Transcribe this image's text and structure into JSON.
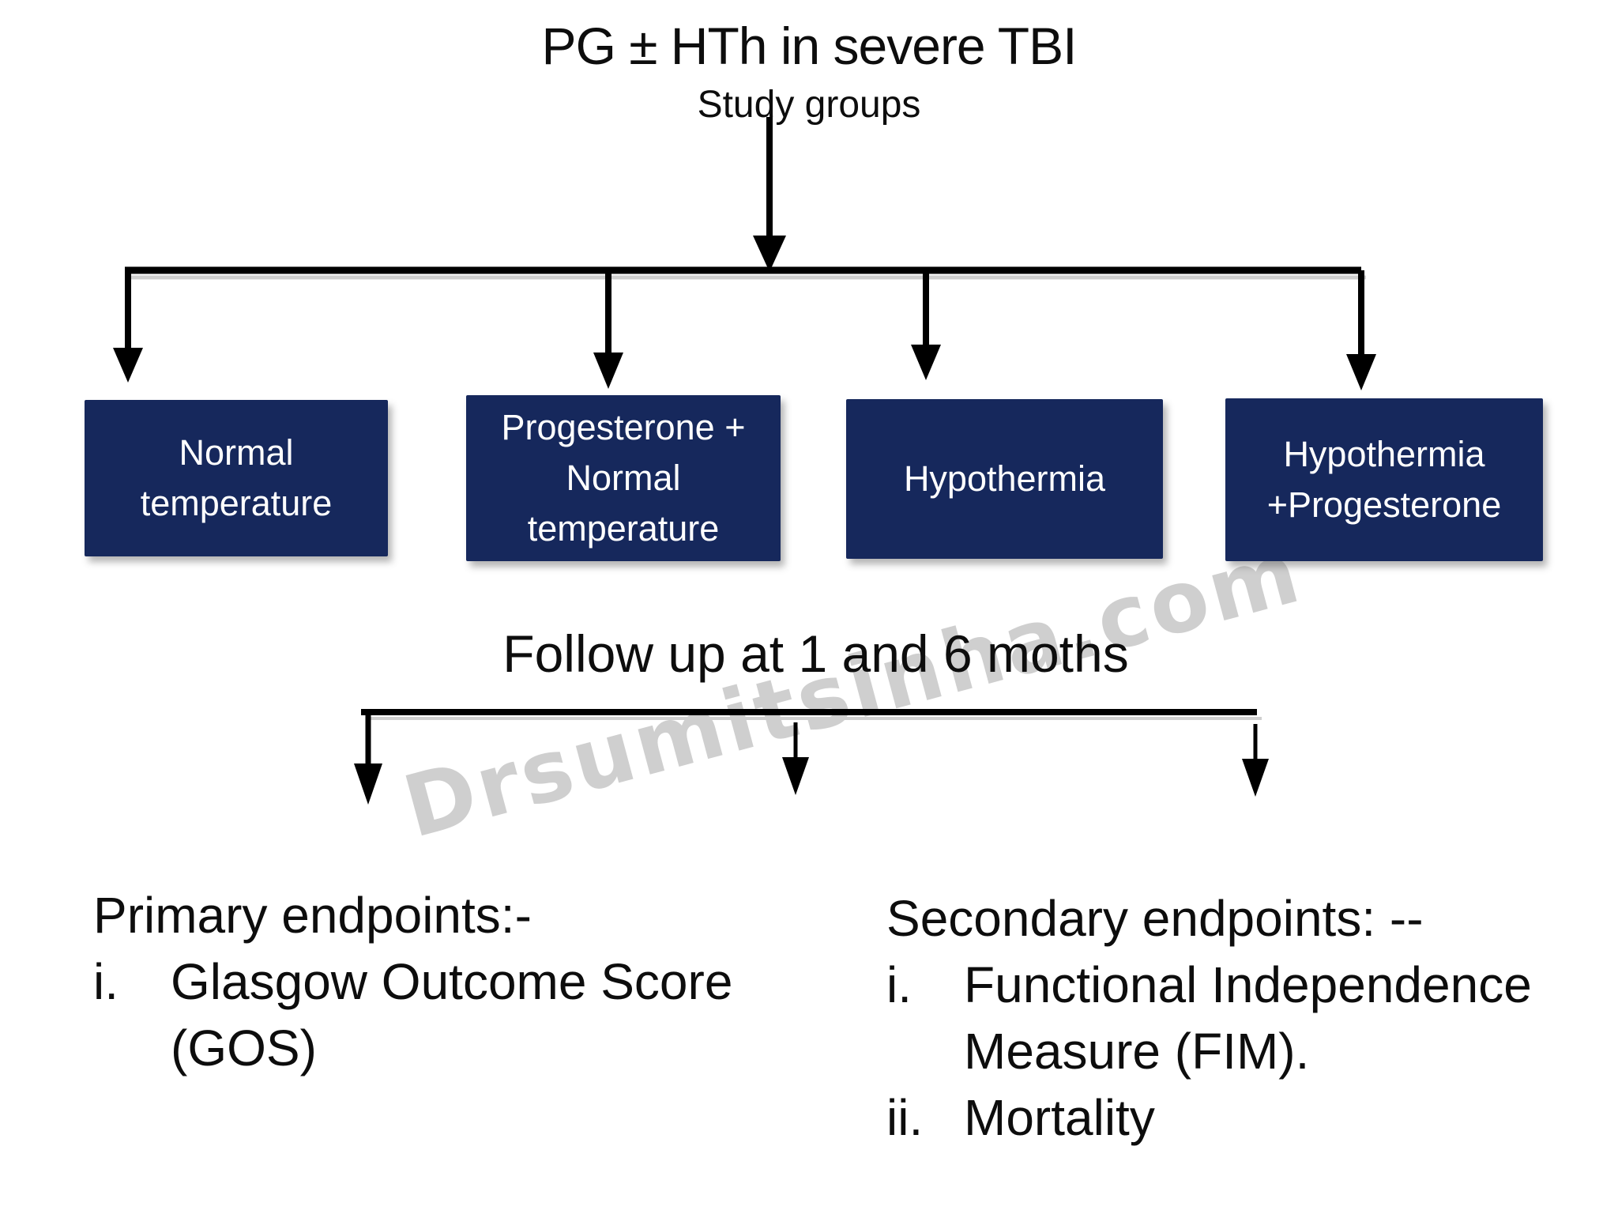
{
  "title": "PG ± HTh in severe TBI",
  "subtitle": "Study groups",
  "groups": [
    {
      "label": "Normal\ntemperature"
    },
    {
      "label": "Progesterone +\nNormal\ntemperature"
    },
    {
      "label": "Hypothermia"
    },
    {
      "label": "Hypothermia\n+Progesterone"
    }
  ],
  "followup_label": "Follow up at 1 and 6 moths",
  "primary_endpoints": {
    "heading": "Primary endpoints:-",
    "item1_marker": "i.",
    "item1_line1": "Glasgow Outcome Score",
    "item1_line2": "(GOS)"
  },
  "secondary_endpoints": {
    "heading": "Secondary endpoints: --",
    "item1_marker": "i.",
    "item1_line1": "Functional Independence",
    "item1_line2": "Measure (FIM).",
    "item2_marker": "ii.",
    "item2_line1": "Mortality"
  },
  "watermark": "Drsumitsinha.com",
  "colors": {
    "background": "#ffffff",
    "box_fill": "#16285c",
    "box_text": "#ffffff",
    "connector": "#000000",
    "watermark": "#c7c7c7"
  }
}
